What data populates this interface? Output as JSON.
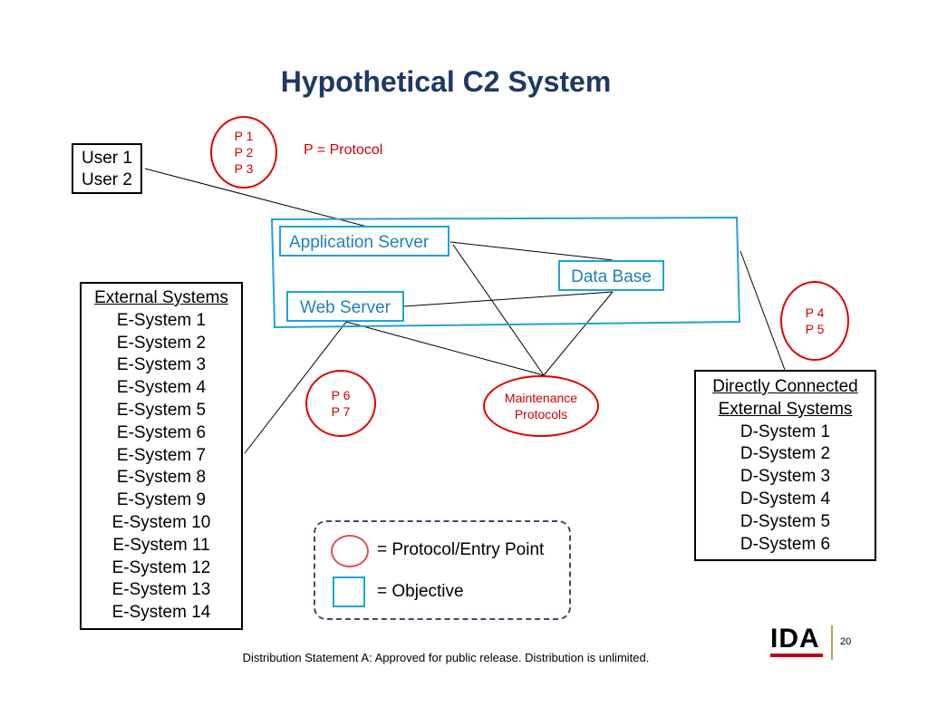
{
  "title": "Hypothetical C2 System",
  "legend_note": "P = Protocol",
  "users": [
    "User 1",
    "User 2"
  ],
  "external_systems": {
    "heading": "External Systems",
    "items": [
      "E-System 1",
      "E-System 2",
      "E-System 3",
      "E-System 4",
      "E-System 5",
      "E-System 6",
      "E-System 7",
      "E-System 8",
      "E-System 9",
      "E-System 10",
      "E-System 11",
      "E-System 12",
      "E-System 13",
      "E-System 14"
    ]
  },
  "direct_systems": {
    "heading": [
      "Directly Connected",
      "External Systems"
    ],
    "items": [
      "D-System 1",
      "D-System 2",
      "D-System 3",
      "D-System 4",
      "D-System 5",
      "D-System 6"
    ]
  },
  "objectives": {
    "app_server": "Application Server",
    "data_base": "Data Base",
    "web_server": "Web Server"
  },
  "protocols": {
    "p123": [
      "P 1",
      "P 2",
      "P 3"
    ],
    "p45": [
      "P 4",
      "P 5"
    ],
    "p67": [
      "P 6",
      "P 7"
    ],
    "maintenance": [
      "Maintenance",
      "Protocols"
    ]
  },
  "legend": {
    "protocol_entry": "= Protocol/Entry Point",
    "objective": "= Objective"
  },
  "footer": "Distribution Statement A:  Approved for public release.  Distribution is unlimited.",
  "logo": "IDA",
  "page_number": "20",
  "colors": {
    "title": "#1f3864",
    "protocol": "#e00000",
    "objective": "#1fa3d6"
  }
}
